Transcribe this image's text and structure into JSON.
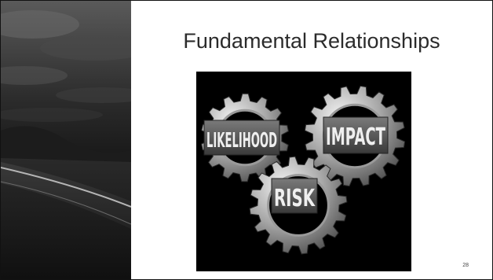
{
  "slide": {
    "title": "Fundamental Relationships",
    "slide_number": "28"
  },
  "gear_image": {
    "gear_labels": [
      "LIKELIHOOD",
      "RISK",
      "IMPACT"
    ]
  },
  "side_photo": {
    "subject": "night road"
  },
  "colors": {
    "slide_background": "#ffffff",
    "title_text": "#2b2b2b",
    "image_background": "#000000"
  }
}
